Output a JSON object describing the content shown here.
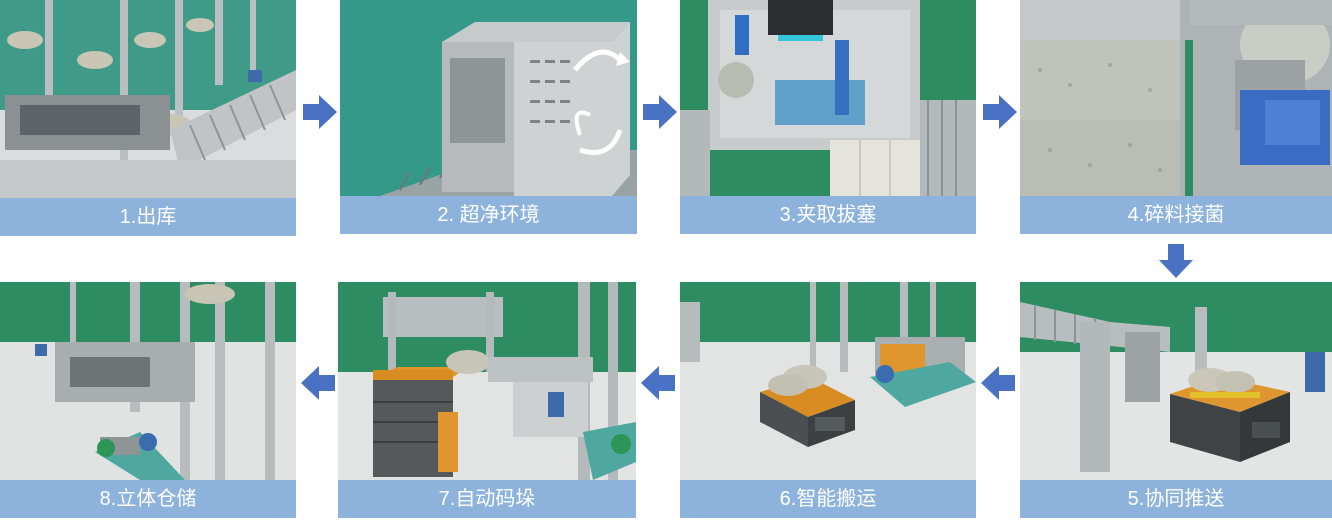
{
  "steps": [
    {
      "label": "1.出库"
    },
    {
      "label": "2. 超净环境"
    },
    {
      "label": "3.夹取拔塞"
    },
    {
      "label": "4.碎料接菌"
    },
    {
      "label": "5.协同推送"
    },
    {
      "label": "6.智能搬运"
    },
    {
      "label": "7.自动码垛"
    },
    {
      "label": "8.立体仓储"
    }
  ],
  "colors": {
    "caption_bg": "#8db3dc",
    "arrow": "#4a72c4",
    "scene_green": "#3a9a88",
    "floor_gray": "#e4e6e6",
    "agv_orange": "#e0962e"
  },
  "icons": {
    "arrow": "arrow-right-icon / arrow-down-icon / arrow-left-icon"
  }
}
